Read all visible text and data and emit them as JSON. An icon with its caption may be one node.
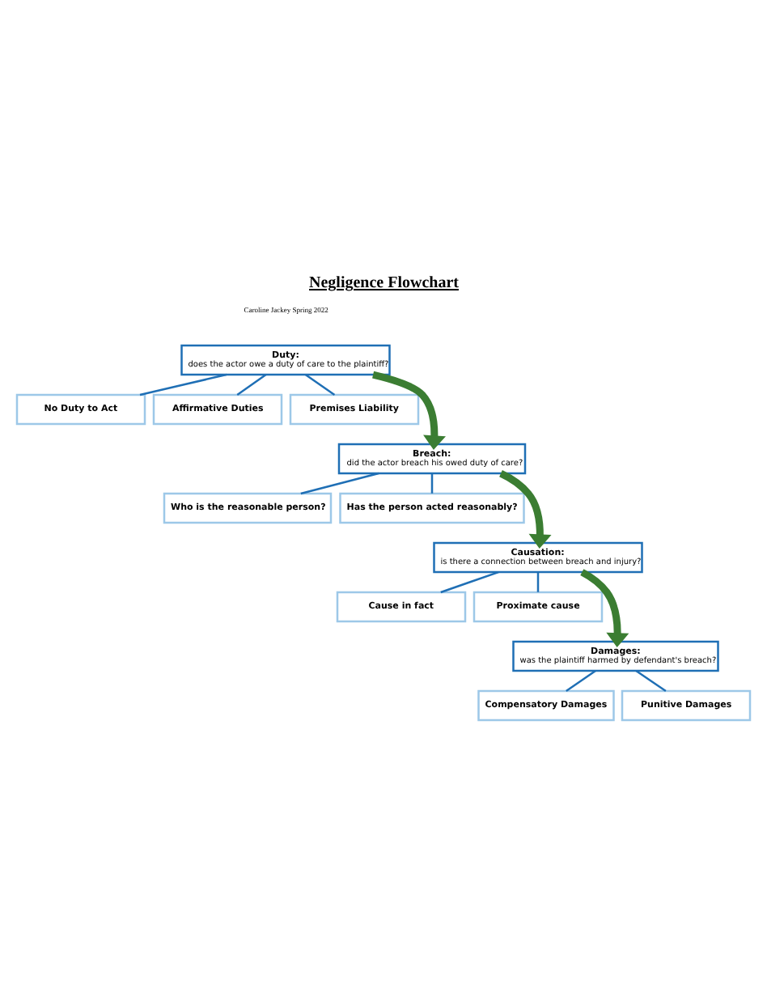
{
  "diagram": {
    "title": "Negligence Flowchart",
    "nodes": [
      {
        "text": [
          "Duty:",
          "does the actor owe a duty of care to the plaintiff?"
        ]
      },
      {
        "text": [
          "No Duty to Act"
        ]
      },
      {
        "text": [
          "Affirmative Duties"
        ]
      },
      {
        "text": [
          "Premises Liability"
        ]
      },
      {
        "text": [
          "Breach:",
          "did the actor breach his owed duty of care?"
        ]
      },
      {
        "text": [
          "Who is the reasonable person?"
        ]
      },
      {
        "text": [
          "Has the person acted reasonably?"
        ]
      },
      {
        "text": [
          "Causation:",
          "is there a connection between breach and injury?"
        ]
      },
      {
        "text": [
          "Cause in fact"
        ]
      },
      {
        "text": [
          "Proximate cause"
        ]
      },
      {
        "text": [
          "Damages:",
          "was the plaintiff harmed by defendant's breach?"
        ]
      },
      {
        "text": [
          "Compensatory Damages"
        ]
      },
      {
        "text": [
          "Punitive Damages"
        ]
      }
    ],
    "edges": [
      {
        "from": 0,
        "to": 1,
        "arrow": "none"
      },
      {
        "from": 0,
        "to": 2,
        "arrow": "none"
      },
      {
        "from": 0,
        "to": 3,
        "arrow": "none"
      },
      {
        "from": 0,
        "to": 4,
        "arrow": "to",
        "style": "thick",
        "color": "#3b7d32"
      },
      {
        "from": 4,
        "to": 5,
        "arrow": "none"
      },
      {
        "from": 4,
        "to": 6,
        "arrow": "none"
      },
      {
        "from": 4,
        "to": 7,
        "arrow": "to",
        "style": "thick",
        "color": "#3b7d32"
      },
      {
        "from": 7,
        "to": 8,
        "arrow": "none"
      },
      {
        "from": 7,
        "to": 9,
        "arrow": "none"
      },
      {
        "from": 7,
        "to": 10,
        "arrow": "to",
        "style": "thick",
        "color": "#3b7d32"
      },
      {
        "from": 10,
        "to": 11,
        "arrow": "none"
      },
      {
        "from": 10,
        "to": 12,
        "arrow": "none"
      }
    ],
    "labels": [
      "Caroline Jackey Spring 2022"
    ]
  }
}
